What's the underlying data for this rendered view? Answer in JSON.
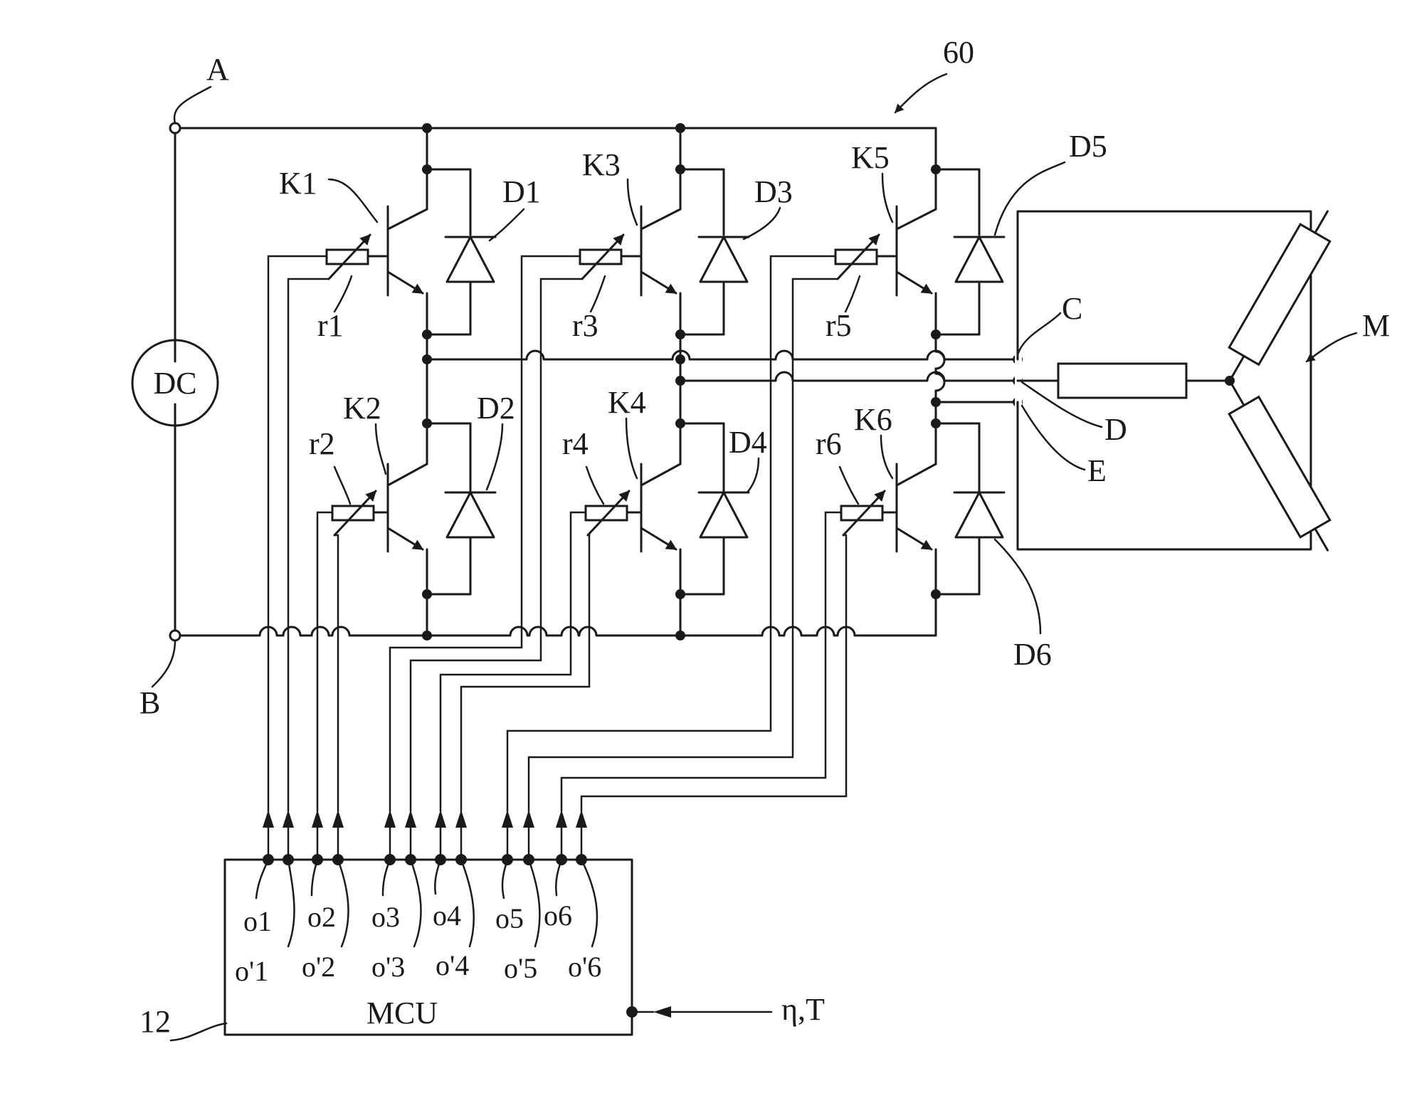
{
  "labels": {
    "ref_60": "60",
    "node_a": "A",
    "node_b": "B",
    "node_c": "C",
    "node_d": "D",
    "node_e": "E",
    "dc": "DC",
    "motor": "M",
    "mcu": "MCU",
    "ref_12": "12",
    "input": "η,T"
  },
  "switches": [
    "K1",
    "K2",
    "K3",
    "K4",
    "K5",
    "K6"
  ],
  "diodes": [
    "D1",
    "D2",
    "D3",
    "D4",
    "D5",
    "D6"
  ],
  "resistors": [
    "r1",
    "r2",
    "r3",
    "r4",
    "r5",
    "r6"
  ],
  "outputs": [
    "o1",
    "o'1",
    "o2",
    "o'2",
    "o3",
    "o'3",
    "o4",
    "o'4",
    "o5",
    "o'5",
    "o6",
    "o'6"
  ]
}
